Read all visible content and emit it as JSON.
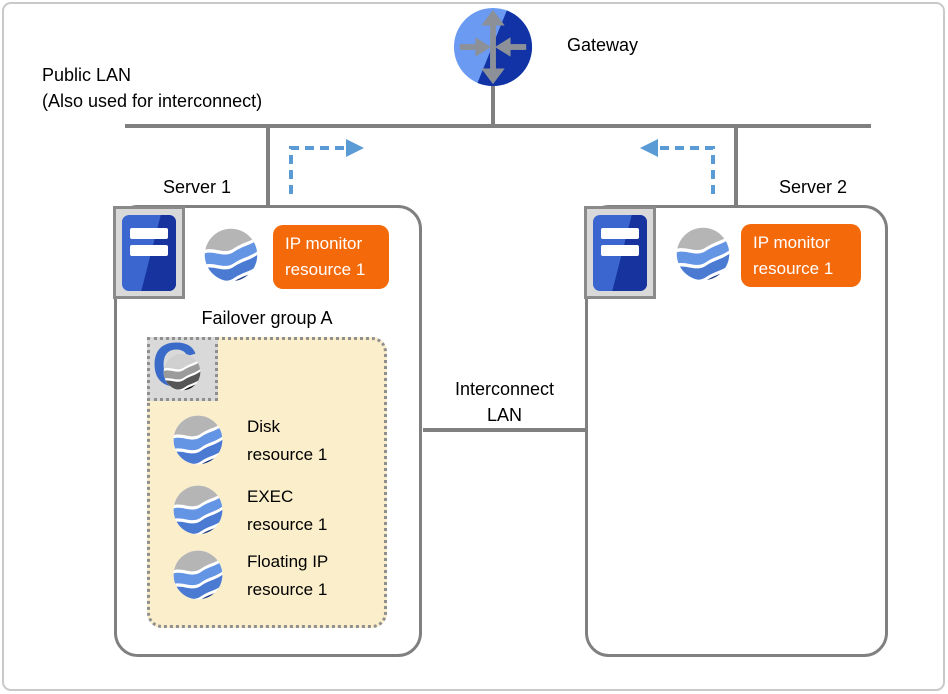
{
  "diagram": {
    "gateway_label": "Gateway",
    "public_lan": {
      "line1": "Public LAN",
      "line2": "(Also used for interconnect)"
    },
    "interconnect": {
      "line1": "Interconnect",
      "line2": "LAN"
    },
    "server1": {
      "name": "Server 1",
      "ip_monitor": {
        "line1": "IP monitor",
        "line2": "resource 1"
      },
      "failover_group": {
        "title": "Failover group A",
        "resources": [
          {
            "line1": "Disk",
            "line2": "resource 1"
          },
          {
            "line1": "EXEC",
            "line2": "resource 1"
          },
          {
            "line1": "Floating IP",
            "line2": "resource 1"
          }
        ]
      }
    },
    "server2": {
      "name": "Server 2",
      "ip_monitor": {
        "line1": "IP monitor",
        "line2": "resource 1"
      }
    },
    "icons": {
      "gateway": "router-gateway-icon",
      "server": "server-tower-icon",
      "resource": "cluster-wave-icon",
      "failover_group": "failover-group-icon",
      "group_glyph": "G"
    },
    "colors": {
      "line_gray": "#808080",
      "frame_gray": "#c9c9c9",
      "accent_orange": "#F4690A",
      "arrow_blue": "#5B9BD5",
      "group_fill": "#FBEECB",
      "plate_fill": "#d9d9d9",
      "wave_gray": "#b5b5b5",
      "wave_blue_light": "#6494E4",
      "wave_blue_mid": "#4A7AD2",
      "wave_navy": "#17357F",
      "gateway_light_blue": "#6B9AF2",
      "gateway_dark_blue": "#1233A5",
      "tower_light_blue": "#3B66CF",
      "tower_dark_blue": "#16339E"
    }
  }
}
